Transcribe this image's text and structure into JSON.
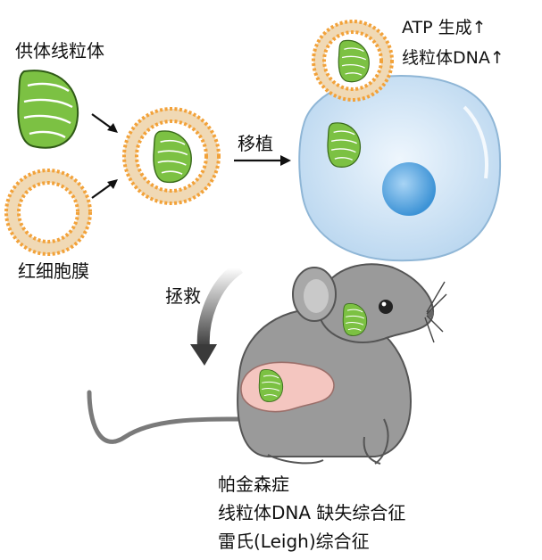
{
  "labels": {
    "donor_mito": "供体线粒体",
    "rbc_membrane": "红细胞膜",
    "transplant": "移植",
    "rescue": "拯救",
    "atp": "ATP 生成↑",
    "mtdna": "线粒体DNA↑",
    "disease_1": "帕金森症",
    "disease_2": "线粒体DNA 缺失综合征",
    "disease_3": "雷氏(Leigh)综合征"
  },
  "colors": {
    "mito_green": "#7cc143",
    "membrane_orange": "#f2a23a",
    "cell_blue": "#d6e8f7",
    "nucleus_blue": "#5eaee8",
    "mouse_gray": "#9a9a9a",
    "liver_pink": "#f4c6c0"
  }
}
